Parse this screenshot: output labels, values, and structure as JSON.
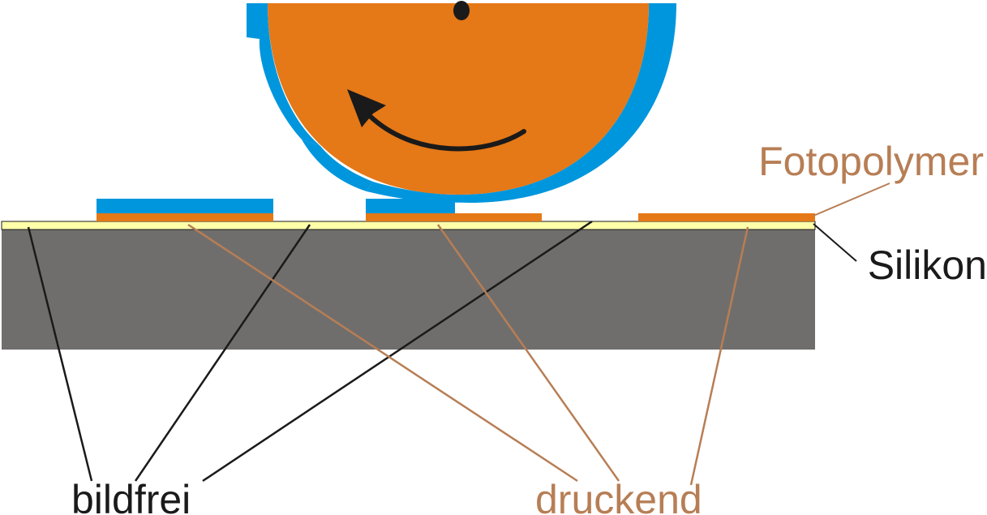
{
  "labels": {
    "fotopolymer": "Fotopolymer",
    "silikon": "Silikon",
    "bildfrei": "bildfrei",
    "druckend": "druckend"
  },
  "colors": {
    "fotopolymer": "#E57817",
    "ink": "#0096DD",
    "silikon": "#FFFFAA",
    "plate": "#706E6C",
    "druckend_label": "#B77E55",
    "bildfrei_label": "#1A1A1A",
    "arrow": "#1A1A1A"
  }
}
